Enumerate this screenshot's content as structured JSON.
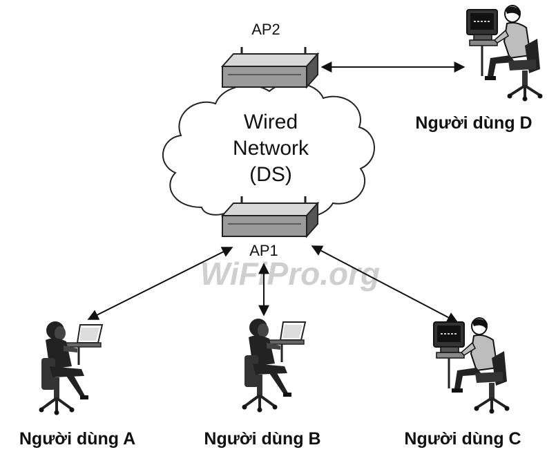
{
  "cloud": {
    "line1": "Wired",
    "line2": "Network",
    "line3": "(DS)"
  },
  "access_points": {
    "ap2": "AP2",
    "ap1": "AP1"
  },
  "users": {
    "a": "Người dùng A",
    "b": "Người dùng B",
    "c": "Người dùng C",
    "d": "Người dùng D"
  },
  "watermark": "WiFiPro.org",
  "icons": {
    "access_point": "wireless-access-point-icon",
    "laptop_user": "laptop-user-icon",
    "desktop_user": "desktop-user-icon",
    "cloud": "cloud-icon"
  }
}
